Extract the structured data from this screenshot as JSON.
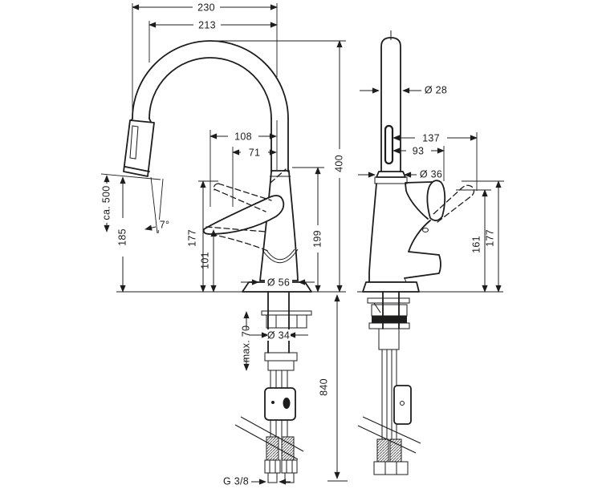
{
  "figure": {
    "kind": "faucet-dimensional-drawing",
    "views": {
      "front": "front view",
      "side": "side view"
    }
  },
  "colors": {
    "line": "#1d1d1b",
    "background": "#ffffff"
  },
  "dims": {
    "front": {
      "arc_width_outer": "230",
      "arc_width_inner": "213",
      "outlet_offset_outer": "108",
      "outlet_offset_inner": "71",
      "total_height": "400",
      "spout_height": "199",
      "handle_up_height": "177",
      "handle_down_height": "101",
      "base_diameter": "Ø 56",
      "spray_height": "185",
      "hose_pullout": "ca. 500",
      "spray_angle": "7°",
      "max_counter_thickness": "max. 70",
      "shank_diameter": "Ø 34",
      "hose_length": "840",
      "thread": "G 3/8"
    },
    "side": {
      "spout_diameter": "Ø 28",
      "handle_reach_up": "137",
      "handle_reach_down": "93",
      "neck_diameter": "Ø 36",
      "handle_down_height": "161",
      "handle_up_height": "177"
    }
  }
}
